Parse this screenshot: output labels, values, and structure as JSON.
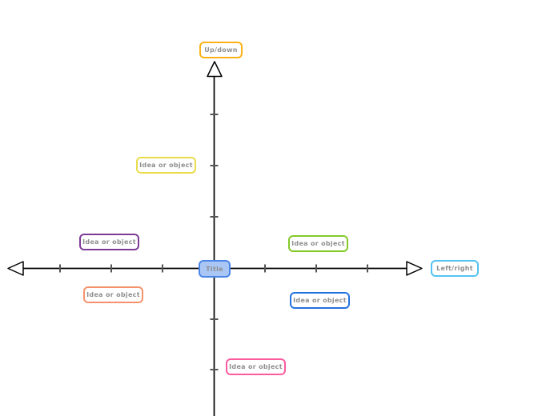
{
  "diagram": {
    "type": "axis-quadrant-diagram",
    "center_node": {
      "label": "Title",
      "fill": "#a9c6f5",
      "border": "#4a86e8"
    },
    "axis_end_labels": {
      "top": {
        "label": "Up/down",
        "border": "#fbb117"
      },
      "right": {
        "label": "Left/right",
        "border": "#53c3f1"
      }
    },
    "idea_nodes": [
      {
        "label": "Idea or object",
        "border": "#e8dc4a",
        "position": "upper-left-quadrant"
      },
      {
        "label": "Idea or object",
        "border": "#7d3a97",
        "position": "left-of-origin-above-axis"
      },
      {
        "label": "Idea or object",
        "border": "#f5926c",
        "position": "left-of-origin-below-axis"
      },
      {
        "label": "Idea or object",
        "border": "#85c929",
        "position": "right-of-origin-above-axis"
      },
      {
        "label": "Idea or object",
        "border": "#2272e0",
        "position": "right-of-origin-below-axis"
      },
      {
        "label": "Idea or object",
        "border": "#fb5a9d",
        "position": "lower-quadrant-near-y-axis"
      }
    ],
    "styles": {
      "label_text_color": "#8f8f8f",
      "axis_color": "#000000",
      "tick_color": "#555555",
      "node_background": "#ffffff"
    }
  }
}
